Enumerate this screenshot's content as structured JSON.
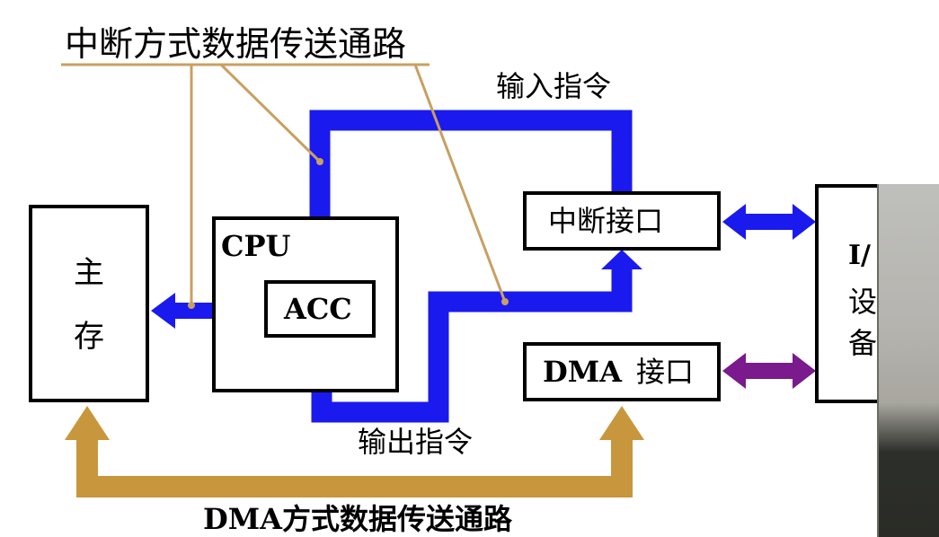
{
  "labels": {
    "interrupt_path": "中断方式数据传送通路",
    "input_instruction": "输入指令",
    "output_instruction": "输出指令",
    "dma_path": "DMA方式数据传送通路"
  },
  "boxes": {
    "main_memory_top": "主",
    "main_memory_bottom": "存",
    "cpu": "CPU",
    "acc": "ACC",
    "interrupt_interface": "中断接口",
    "dma_interface_prefix": "DMA",
    "dma_interface_suffix": "接口",
    "io_device_line1": "I/",
    "io_device_line2": "设",
    "io_device_line3": "备"
  },
  "colors": {
    "interrupt_path": "#1a1aee",
    "dma_path": "#c8963c",
    "pointer_line": "#c8a060",
    "dma_device_link": "#7a1a8c"
  }
}
